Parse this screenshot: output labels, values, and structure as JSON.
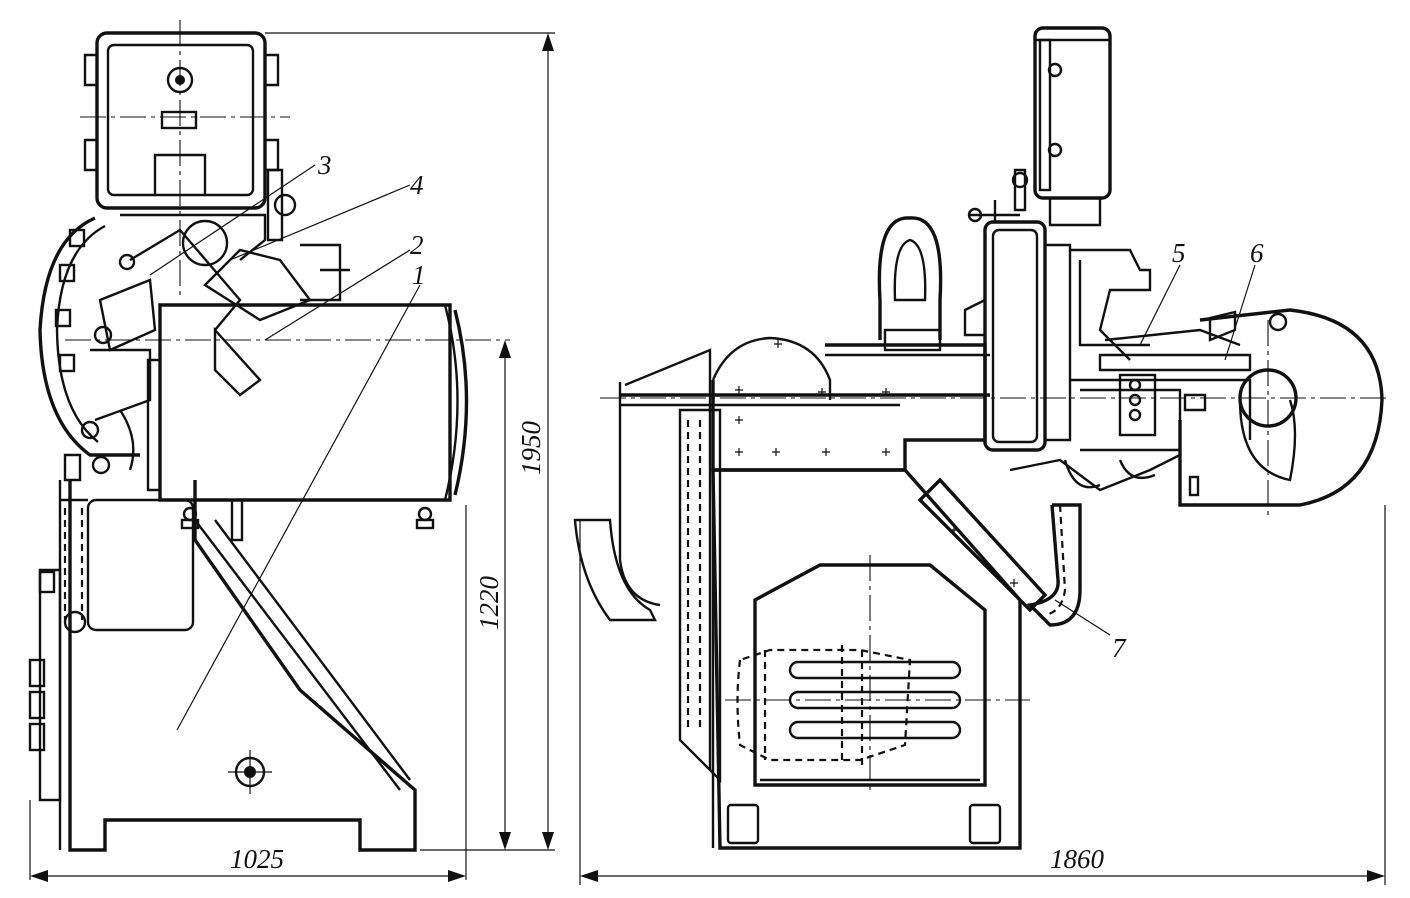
{
  "drawing": {
    "callouts": [
      "1",
      "2",
      "3",
      "4",
      "5",
      "6",
      "7"
    ],
    "dimensions": {
      "front_width": "1025",
      "front_height": "1950",
      "axis_height": "1220",
      "side_length": "1860"
    }
  }
}
